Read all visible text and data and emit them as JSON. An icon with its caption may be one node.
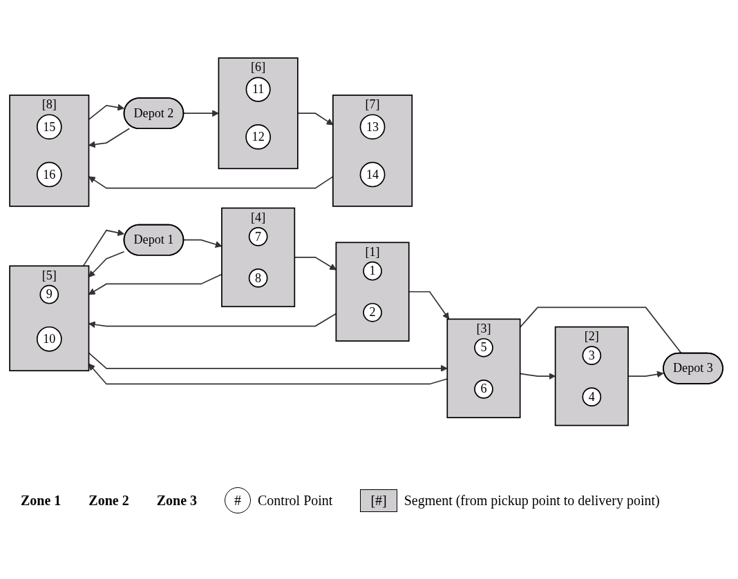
{
  "diagram": {
    "nodes": [
      {
        "text": [
          "[1]"
        ]
      },
      {
        "text": [
          "1"
        ],
        "in": 0
      },
      {
        "text": [
          "2"
        ],
        "in": 0
      },
      {
        "text": [
          "[2]"
        ]
      },
      {
        "text": [
          "3"
        ],
        "in": 3
      },
      {
        "text": [
          "4"
        ],
        "in": 3
      },
      {
        "text": [
          "[3]"
        ]
      },
      {
        "text": [
          "5"
        ],
        "in": 6
      },
      {
        "text": [
          "6"
        ],
        "in": 6
      },
      {
        "text": [
          "[4]"
        ]
      },
      {
        "text": [
          "7"
        ],
        "in": 9
      },
      {
        "text": [
          "8"
        ],
        "in": 9
      },
      {
        "text": [
          "[5]"
        ]
      },
      {
        "text": [
          "9"
        ],
        "in": 12
      },
      {
        "text": [
          "10"
        ],
        "in": 12
      },
      {
        "text": [
          "[6]"
        ]
      },
      {
        "text": [
          "11"
        ],
        "in": 15
      },
      {
        "text": [
          "12"
        ],
        "in": 15
      },
      {
        "text": [
          "[7]"
        ]
      },
      {
        "text": [
          "13"
        ],
        "in": 18
      },
      {
        "text": [
          "14"
        ],
        "in": 18
      },
      {
        "text": [
          "[8]"
        ]
      },
      {
        "text": [
          "15"
        ],
        "in": 21
      },
      {
        "text": [
          "16"
        ],
        "in": 21
      },
      {
        "text": [
          "Depot 1"
        ]
      },
      {
        "text": [
          "Depot 2"
        ]
      },
      {
        "text": [
          "Depot 3"
        ]
      }
    ],
    "edges": [
      {
        "from": 24,
        "to": 9,
        "arrow": "to"
      },
      {
        "from": 9,
        "to": 0,
        "arrow": "to"
      },
      {
        "from": 9,
        "to": 12,
        "arrow": "to"
      },
      {
        "from": 0,
        "to": 12,
        "arrow": "to"
      },
      {
        "from": 0,
        "to": 6,
        "arrow": "to"
      },
      {
        "from": 24,
        "to": 12,
        "arrow": "to"
      },
      {
        "from": 12,
        "to": 6,
        "arrow": "to"
      },
      {
        "from": 12,
        "to": 24,
        "arrow": "to"
      },
      {
        "from": 6,
        "to": 3,
        "arrow": "to"
      },
      {
        "from": 6,
        "to": 12,
        "arrow": "to"
      },
      {
        "from": 6,
        "to": 26,
        "arrow": "none"
      },
      {
        "from": 3,
        "to": 26,
        "arrow": "to"
      },
      {
        "from": 25,
        "to": 15,
        "arrow": "to"
      },
      {
        "from": 15,
        "to": 18,
        "arrow": "to"
      },
      {
        "from": 18,
        "to": 21,
        "arrow": "to"
      },
      {
        "from": 21,
        "to": 25,
        "arrow": "to"
      },
      {
        "from": 25,
        "to": 21,
        "arrow": "to"
      }
    ],
    "labels": [
      "Zone 1",
      "Zone 2",
      "Zone 3",
      "#",
      "[#]"
    ],
    "legend": [
      {
        "text": "Control Point"
      },
      {
        "text": "Segment (from pickup point to delivery point)"
      }
    ]
  }
}
